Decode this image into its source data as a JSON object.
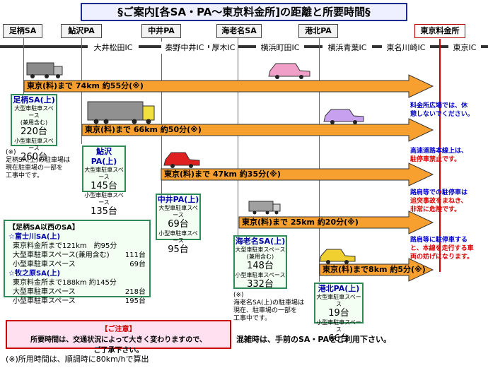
{
  "title": "§ご案内[各SA・PA～東京料金所]の距離と所要時間§",
  "stops": [
    "足柄SA",
    "鮎沢PA",
    "中井PA",
    "海老名SA",
    "港北PA",
    "東京料金所"
  ],
  "interchanges": [
    "大井松田IC",
    "秦野中井IC",
    "厚木IC",
    "横浜町田IC",
    "横浜青葉IC",
    "東名川崎IC",
    "東京IC"
  ],
  "routes": [
    "東京(料)まで 74km 約55分(※)",
    "東京(料)まで 66km 約50分(※)",
    "東京(料)まで 47km 約35分(※)",
    "東京(料)まで 25km 約20分(※)",
    "東京(料)まで8km 約5分(※)"
  ],
  "sa_boxes": {
    "ashigara": {
      "name": "足柄SA(上)",
      "large_label": "大型車駐車スペース",
      "large_sub": "(兼用含む)",
      "large_count": "220台",
      "small_label": "小型車駐車スペース",
      "small_count": "260台"
    },
    "ayusawa": {
      "name": "鮎沢PA(上)",
      "large_label": "大型車駐車スペース",
      "large_count": "145台",
      "small_label": "小型車駐車スペース",
      "small_count": "135台"
    },
    "nakai": {
      "name": "中井PA(上)",
      "large_label": "大型車駐車スペース",
      "large_count": "69台",
      "small_label": "小型車駐車スペース",
      "small_count": "95台"
    },
    "ebina": {
      "name": "海老名SA(上)",
      "large_label": "大型車駐車スペース",
      "large_sub": "(兼用含む)",
      "large_count": "148台",
      "small_label": "小型車駐車スペース",
      "small_count": "332台"
    },
    "kohoku": {
      "name": "港北PA(上)",
      "large_label": "大型車駐車スペース",
      "large_count": "19台",
      "small_label": "小型車駐車スペース",
      "small_count": "66台"
    }
  },
  "notes": {
    "ashigara": [
      "(※)",
      "足柄SA(上)の駐車場は",
      "現在駐車場の一部を",
      "工事中です。"
    ],
    "ebina": [
      "(※)",
      "海老名SA(上)の駐車場は",
      "現在、駐車場の一部を",
      "工事中です。"
    ]
  },
  "west_list": {
    "title": "【足柄SA以西のSA】",
    "fuji_name": "☆富士川SA(上)",
    "fuji_dist": "東京料金所まで121km　約95分",
    "fuji_large_label": "大型車駐車スペース(兼用含む)",
    "fuji_large_count": "111台",
    "fuji_small_label": "小型車駐車スペース",
    "fuji_small_count": "69台",
    "makino_name": "☆牧之原SA(上)",
    "makino_dist": "東京料金所まで188km 約145分",
    "makino_large_label": "大型車駐車スペース",
    "makino_large_count": "218台",
    "makino_small_label": "小型車駐車スペース",
    "makino_small_count": "195台"
  },
  "warnings": [
    {
      "lines": [
        "料金所広場では、休",
        "憩しないでください。"
      ],
      "color": "#0000cc"
    },
    {
      "lines": [
        "高速道路本線上は、",
        "駐停車禁止です。"
      ],
      "color": "#0000cc",
      "red_line": 1
    },
    {
      "lines": [
        "路肩等での駐停車は",
        "追突事故をまねき、",
        "非常に危険です。"
      ],
      "color": "#0000cc",
      "red_line": 1
    },
    {
      "lines": [
        "路肩等に駐停車する",
        "と、本線を走行する車",
        "両の妨げになります。"
      ],
      "color": "#0000cc"
    }
  ],
  "caution": {
    "title": "【ご注意】",
    "lines": [
      "所要時間は、交通状況によって大きく変わりますので、",
      "ご了承下さい。"
    ]
  },
  "footer_note": "(※)所用時間は、順調時に80km/hで算出",
  "crowded_note": "混雑時は、手前のSA・PAをご利用下さい。",
  "colors": {
    "arrow": "#f7a030",
    "arrow_border": "#333333",
    "road": "#333333",
    "dest_line": "#cc0000",
    "box_border": "#2e8b57",
    "box_bg": "#f2fff2"
  }
}
